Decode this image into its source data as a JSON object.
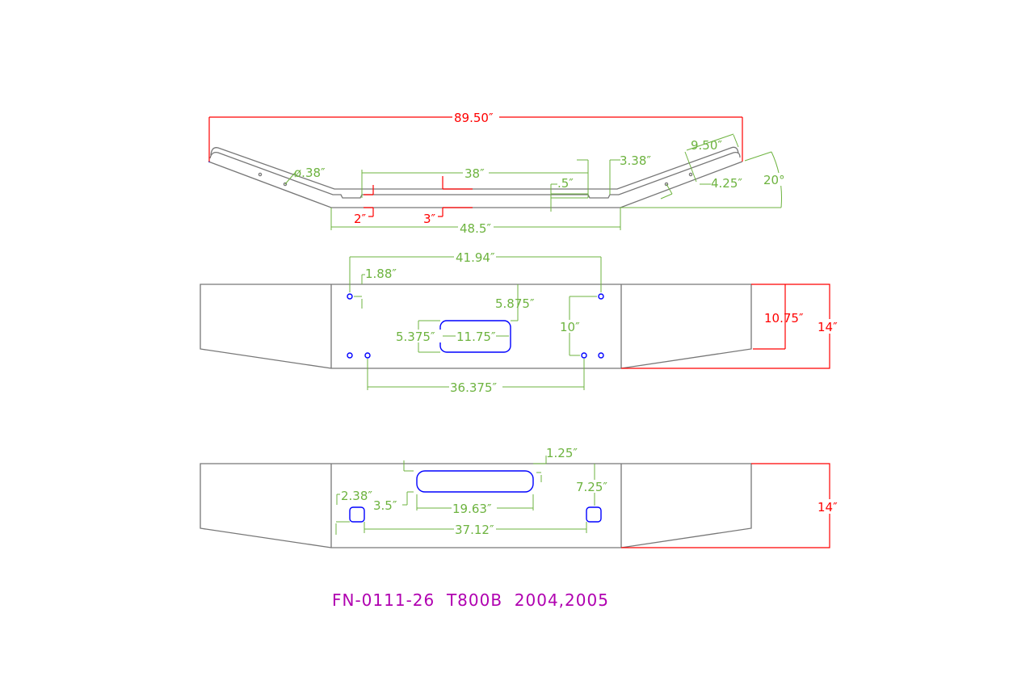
{
  "colors": {
    "outline": "#777777",
    "dimension": "#6db33f",
    "highlight": "#ff0000",
    "holes": "#0000ff",
    "title": "#b000b0"
  },
  "top_view": {
    "overall": "89.50″",
    "inner": "38″",
    "hole_dia": "ø.38″",
    "offset": "3.38″",
    "step": ".5″",
    "end_len": "9.50″",
    "hole_off": "4.25″",
    "angle": "20°",
    "step_2": "2″",
    "step_3": "3″",
    "bottom_len": "48.5″"
  },
  "front_view": {
    "hole_span_top": "41.94″",
    "hole_edge": "1.88″",
    "slot_top": "5.875″",
    "hole_vert": "10″",
    "slot_height": "5.375″",
    "slot_width": "11.75″",
    "hole_span_bottom": "36.375″",
    "end_height": "10.75″",
    "height": "14″"
  },
  "rear_view": {
    "slot_top": "1.25″",
    "slot_side": "7.25″",
    "square_edge": "2.38″",
    "slot_left": "3.5″",
    "slot_width": "19.63″",
    "square_span": "37.12″",
    "height": "14″"
  },
  "title": "FN-0111-26  T800B  2004,2005"
}
